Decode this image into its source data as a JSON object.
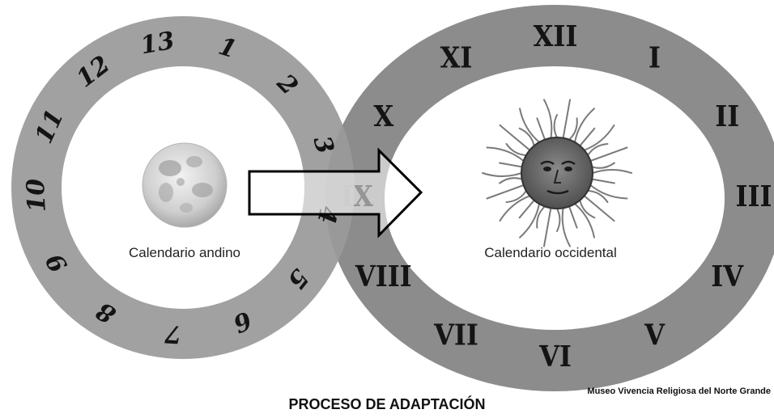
{
  "andean_calendar": {
    "caption": "Calendario andino",
    "numbers": [
      "13",
      "1",
      "2",
      "3",
      "4",
      "5",
      "6",
      "7",
      "8",
      "9",
      "10",
      "11",
      "12"
    ],
    "center_icon": "moon-icon"
  },
  "western_calendar": {
    "caption": "Calendario occidental",
    "numbers": [
      "XII",
      "I",
      "II",
      "III",
      "IV",
      "V",
      "VI",
      "VII",
      "VIII",
      "IX",
      "X",
      "XI"
    ],
    "center_icon": "sun-face-icon"
  },
  "arrow_icon": "right-arrow-icon",
  "footer": {
    "title": "PROCESO DE ADAPTACIÓN",
    "credit": "Museo Vivencia Religiosa del Norte Grande"
  },
  "colors": {
    "ring": "#9a9a9a",
    "ring_right": "#8c8c8c",
    "inner": "#ffffff",
    "numbers": "#141414"
  }
}
